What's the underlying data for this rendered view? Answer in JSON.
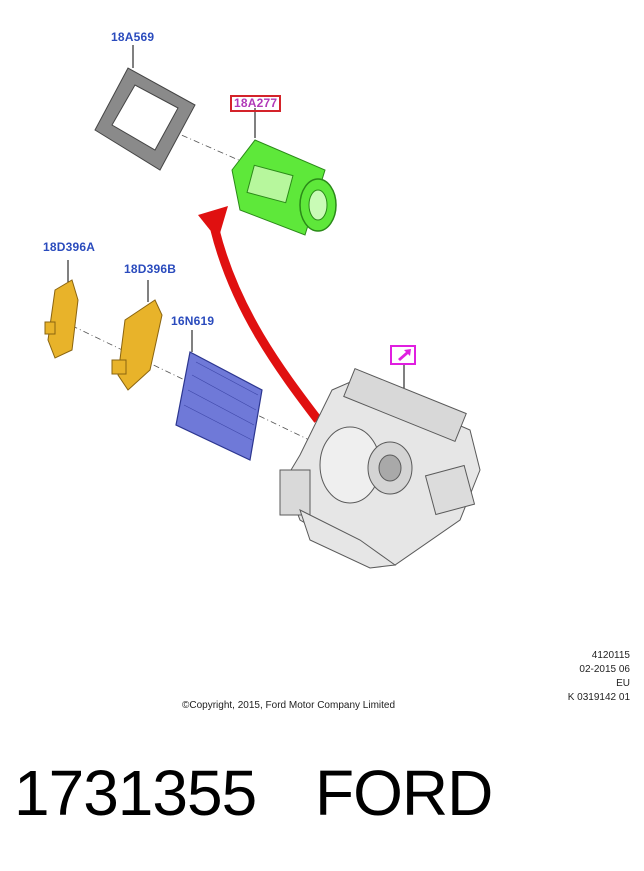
{
  "callouts": {
    "gasket": "18A569",
    "blower_housing": "18A277",
    "bracket_a": "18D396A",
    "bracket_b": "18D396B",
    "filter": "16N619"
  },
  "meta": {
    "line1": "4120115",
    "line2": "02-2015 06",
    "line3": "EU",
    "line4": "K 0319142 01"
  },
  "copyright": "©Copyright, 2015, Ford Motor Company Limited",
  "footer": {
    "part_number": "1731355",
    "brand": "FORD"
  },
  "colors": {
    "callout_text": "#2a4bbd",
    "highlight_border": "#d4232a",
    "highlight_part": "#5ee83a",
    "filter": "#6f79d8",
    "bracket": "#e8b32a",
    "arrow": "#e01010",
    "view_icon": "#e01ee0"
  },
  "icons": {
    "view_icon": "arrow-view-icon"
  }
}
